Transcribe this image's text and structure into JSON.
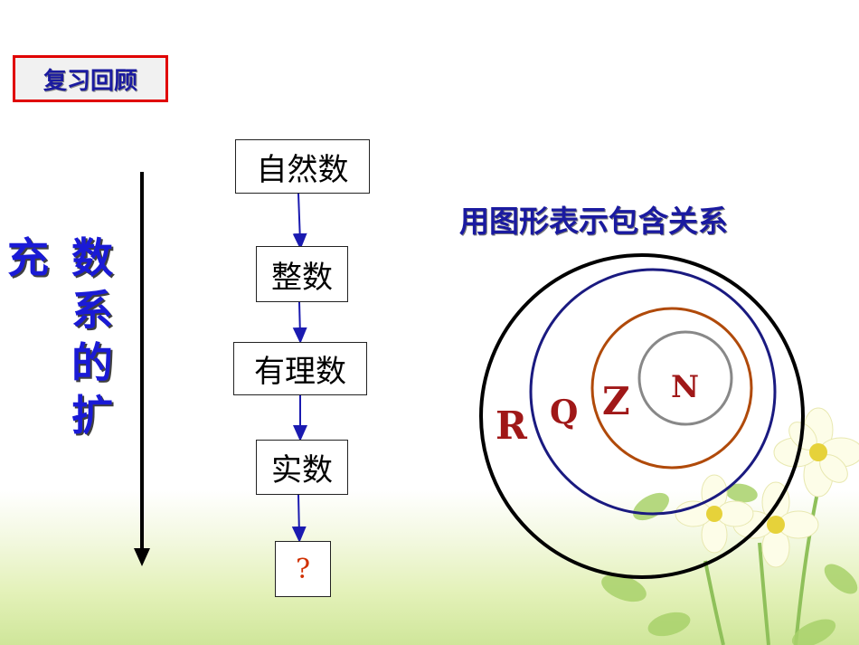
{
  "badge": "复习回顾",
  "side_title": {
    "left_char": "充",
    "column_chars": [
      "数",
      "系",
      "的",
      "扩"
    ]
  },
  "flow": {
    "steps": [
      "自然数",
      "整数",
      "有理数",
      "实数",
      "?"
    ]
  },
  "venn": {
    "heading": "用图形表示包含关系",
    "sets": [
      {
        "label": "R",
        "color": "#000000"
      },
      {
        "label": "Q",
        "color": "#1a1a80"
      },
      {
        "label": "Z",
        "color": "#b04a0a"
      },
      {
        "label": "N",
        "color": "#888888"
      }
    ],
    "label_color": "#a01818"
  },
  "colors": {
    "title_blue": "#1a1ad6",
    "arrow_blue": "#1a1ab0",
    "badge_border": "#e00000"
  }
}
